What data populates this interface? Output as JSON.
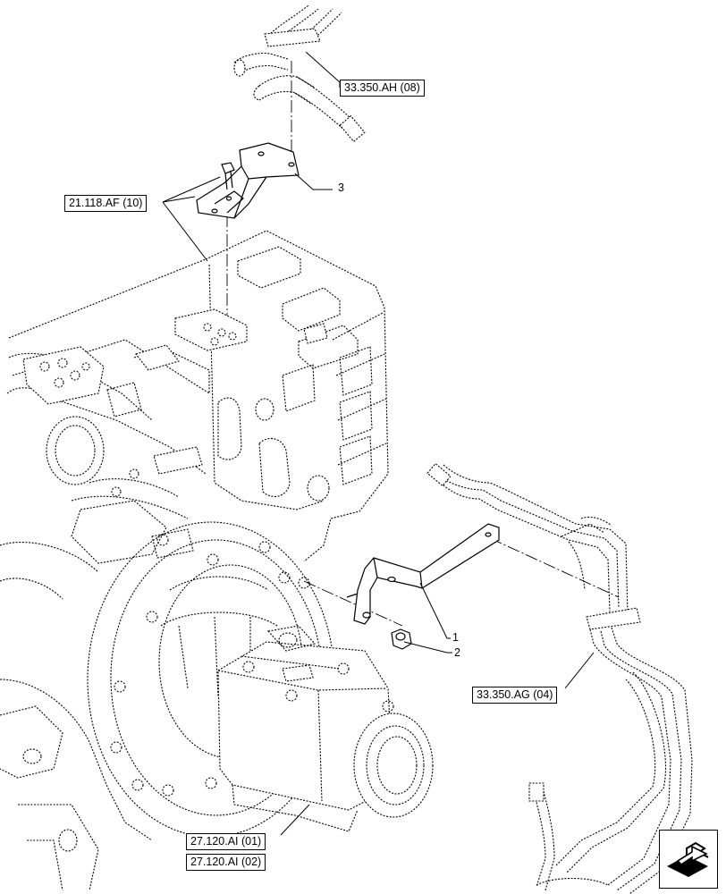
{
  "callouts": {
    "c1": "1",
    "c2": "2",
    "c3": "3"
  },
  "references": {
    "ref_top": "33.350.AH (08)",
    "ref_bracket": "21.118.AF (10)",
    "ref_right": "33.350.AG (04)",
    "ref_bottom_1": "27.120.AI (01)",
    "ref_bottom_2": "27.120.AI (02)"
  },
  "icons": {
    "nav": "next-page-arrow-icon"
  }
}
